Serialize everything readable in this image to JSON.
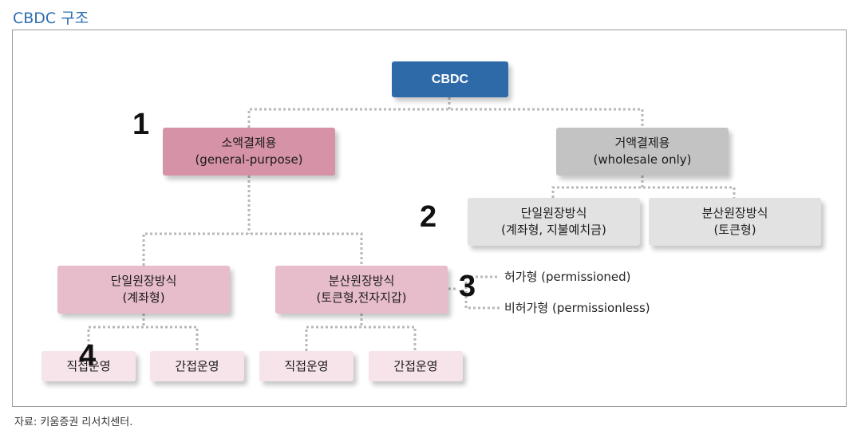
{
  "title": "CBDC 구조",
  "source": "자료: 키움증권 리서치센터.",
  "nodes": {
    "root": "CBDC",
    "retail": {
      "line1": "소액결제용",
      "line2": "(general-purpose)"
    },
    "wholesale": {
      "line1": "거액결제용",
      "line2": "(wholesale only)"
    },
    "retail_single": {
      "line1": "단일원장방식",
      "line2": "(계좌형)"
    },
    "retail_distributed": {
      "line1": "분산원장방식",
      "line2": "(토큰형,전자지갑)"
    },
    "wholesale_single": {
      "line1": "단일원장방식",
      "line2": "(계좌형, 지불예치금)"
    },
    "wholesale_distributed": {
      "line1": "분산원장방식",
      "line2": "(토큰형)"
    },
    "single_direct": "직접운영",
    "single_indirect": "간접운영",
    "dist_direct": "직접운영",
    "dist_indirect": "간접운영"
  },
  "side_labels": {
    "permissioned": "허가형 (permissioned)",
    "permissionless": "비허가형 (permissionless)"
  },
  "markers": [
    "1",
    "2",
    "3",
    "4"
  ]
}
